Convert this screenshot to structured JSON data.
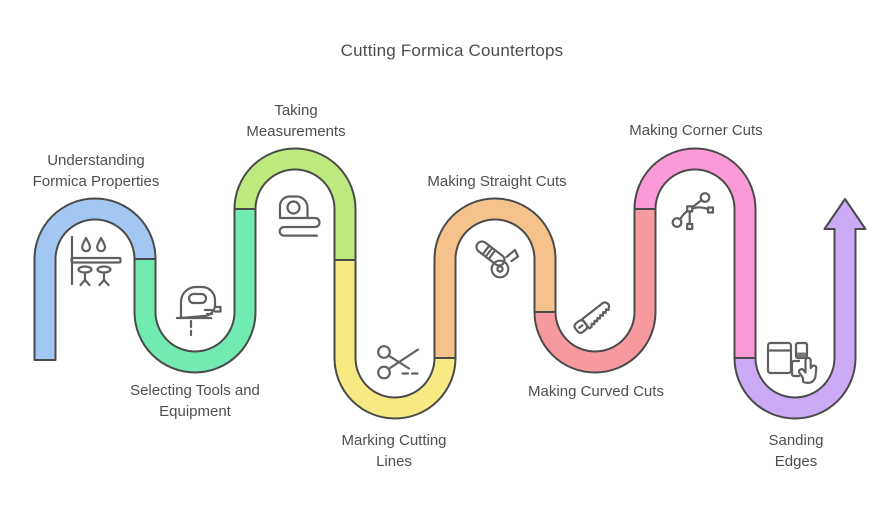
{
  "title": "Cutting Formica Countertops",
  "colors": {
    "outline": "#4a4a4a",
    "icon_stroke": "#5f5f5f",
    "text": "#4e4e4e",
    "background": "#ffffff"
  },
  "steps": [
    {
      "label": "Understanding\nFormica Properties",
      "icon": "countertop-icon",
      "color": "#a3c7f3"
    },
    {
      "label": "Selecting Tools and\nEquipment",
      "icon": "jigsaw-icon",
      "color": "#72ebb3"
    },
    {
      "label": "Taking\nMeasurements",
      "icon": "tape-measure-icon",
      "color": "#bde97f"
    },
    {
      "label": "Marking Cutting\nLines",
      "icon": "scissors-icon",
      "color": "#f8ea82"
    },
    {
      "label": "Making Straight Cuts",
      "icon": "circular-saw-icon",
      "color": "#f6c28b"
    },
    {
      "label": "Making Curved Cuts",
      "icon": "handsaw-icon",
      "color": "#f79aa0"
    },
    {
      "label": "Making Corner Cuts",
      "icon": "bezier-curve-icon",
      "color": "#fa9ad6"
    },
    {
      "label": "Sanding Edges",
      "icon": "sanding-hand-icon",
      "color": "#cbaaf6"
    }
  ]
}
